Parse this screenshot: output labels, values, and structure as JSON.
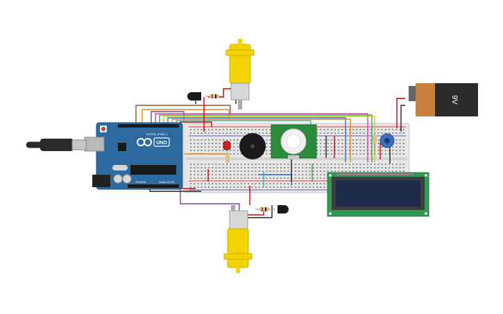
{
  "battery": {
    "label": "9V"
  },
  "arduino": {
    "logo": "UNO",
    "digital_header": "DIGITAL (PWM~)",
    "power_label": "POWER",
    "analog_label": "ANALOG IN"
  },
  "colors": {
    "breadboard": "#e6e6e6",
    "arduino_board": "#2d6aa0",
    "motor_yellow": "#f2d400",
    "battery_copper": "#c9803d",
    "battery_body": "#2b2b2b",
    "lcd_board": "#2f9a50",
    "lcd_screen": "#1f2b4a",
    "pir_board": "#2c8a3c",
    "wire_red": "#d40000",
    "wire_black": "#222222",
    "wire_orange": "#e8891a",
    "wire_purple": "#7a3aa8",
    "wire_blue": "#2a6fd6",
    "wire_green": "#3aa83a",
    "wire_yellow": "#d8c418",
    "wire_cyan": "#2ab5c8",
    "wire_brown": "#8a5a2a",
    "wire_pink": "#e040a0"
  }
}
